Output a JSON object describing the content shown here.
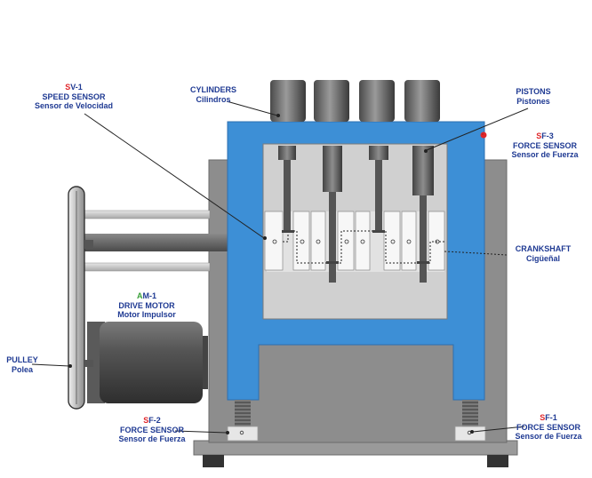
{
  "labels": {
    "sv1": {
      "prefix": "S",
      "code": "V-1",
      "line1": "SPEED SENSOR",
      "line2": "Sensor de Velocidad"
    },
    "cylinders": {
      "line1": "CYLINDERS",
      "line2": "Cilindros"
    },
    "pistons": {
      "line1": "PISTONS",
      "line2": "Pistones"
    },
    "sf3": {
      "prefix": "S",
      "code": "F-3",
      "line1": "FORCE SENSOR",
      "line2": "Sensor de Fuerza"
    },
    "crankshaft": {
      "line1": "CRANKSHAFT",
      "line2": "Cigüeñal"
    },
    "am1": {
      "prefix": "A",
      "code": "M-1",
      "line1": "DRIVE MOTOR",
      "line2": "Motor Impulsor"
    },
    "pulley": {
      "line1": "PULLEY",
      "line2": "Polea"
    },
    "sf2": {
      "prefix": "S",
      "code": "F-2",
      "line1": "FORCE SENSOR",
      "line2": "Sensor de Fuerza"
    },
    "sf1": {
      "prefix": "S",
      "code": "F-1",
      "line1": "FORCE SENSOR",
      "line2": "Sensor de Fuerza"
    }
  },
  "colors": {
    "frame_blue": "#3d8fd6",
    "label_blue": "#1f3a93",
    "code_red": "#e0262a",
    "code_green": "#3aa03a",
    "metal_gray": "#6b6b6b",
    "housing_gray": "#8a8a8a",
    "panel_light": "#d3d3d3"
  }
}
